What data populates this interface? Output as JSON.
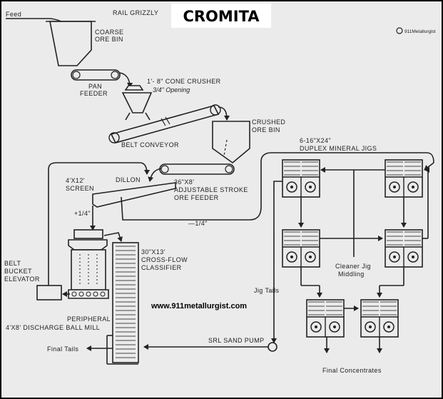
{
  "title": "CROMITA",
  "brand": "911Metallurgist",
  "website": "www.911metallurgist.com",
  "colors": {
    "background": "#ebebeb",
    "ink": "#222222",
    "frame": "#000000"
  },
  "labels": {
    "feed": "Feed",
    "rail_grizzly": "RAIL GRIZZLY",
    "coarse_ore_bin": [
      "COARSE",
      "ORE BIN"
    ],
    "pan_feeder": [
      "PAN",
      "FEEDER"
    ],
    "cone_crusher": "1'- 8\" CONE CRUSHER",
    "cone_opening": "3/4\" Opening",
    "crushed_ore_bin": [
      "CRUSHED",
      "ORE BIN"
    ],
    "belt_conveyor": "BELT CONVEYOR",
    "jigs_title": [
      "6-16\"X24\"",
      "DUPLEX MINERAL JIGS"
    ],
    "screen": [
      "4'X12'",
      "SCREEN"
    ],
    "dillon": "DILLON",
    "ore_feeder": [
      "36\"X8'",
      "ADJUSTABLE STROKE",
      "ORE FEEDER"
    ],
    "plus_quarter": "+1/4\"",
    "minus_quarter": "—1/4\"",
    "classifier": [
      "30\"X13'",
      "CROSS-FLOW",
      "CLASSIFIER"
    ],
    "bucket_elevator": [
      "BELT",
      "BUCKET",
      "ELEVATOR"
    ],
    "ball_mill": [
      "PERIPHERAL",
      "4'X8'  DISCHARGE BALL MILL"
    ],
    "jig_tails": "Jig Tails",
    "cleaner_jig": [
      "Cleaner Jig",
      "Middling"
    ],
    "sand_pump": "SRL SAND PUMP",
    "final_tails": "Final Tails",
    "final_concentrates": "Final Concentrates"
  }
}
